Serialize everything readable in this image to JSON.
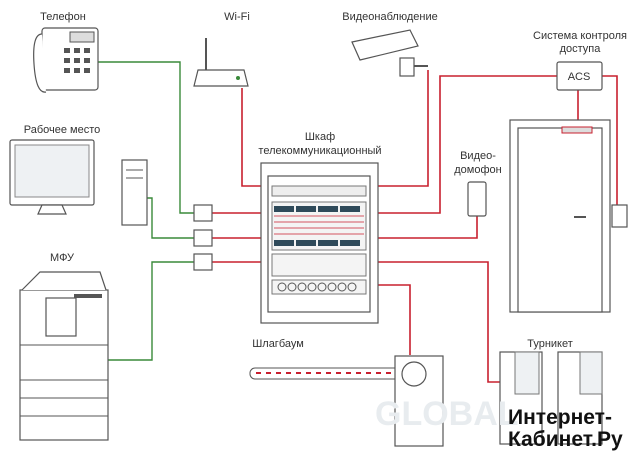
{
  "labels": {
    "phone": "Телефон",
    "wifi": "Wi-Fi",
    "cctv": "Видеонаблюдение",
    "acs_title_1": "Система контроля",
    "acs_title_2": "доступа",
    "acs_box": "ACS",
    "workplace": "Рабочее место",
    "cabinet_1": "Шкаф",
    "cabinet_2": "телекоммуникационный",
    "intercom_1": "Видео-",
    "intercom_2": "домофон",
    "mfu": "МФУ",
    "barrier": "Шлагбаум",
    "turnstile": "Турникет"
  },
  "watermark": "GLOBAL",
  "brand": {
    "line1": "Интернет-",
    "line2": "Кабинет.Ру"
  },
  "colors": {
    "network": "#c8202f",
    "phone_line": "#3a8a3a"
  }
}
